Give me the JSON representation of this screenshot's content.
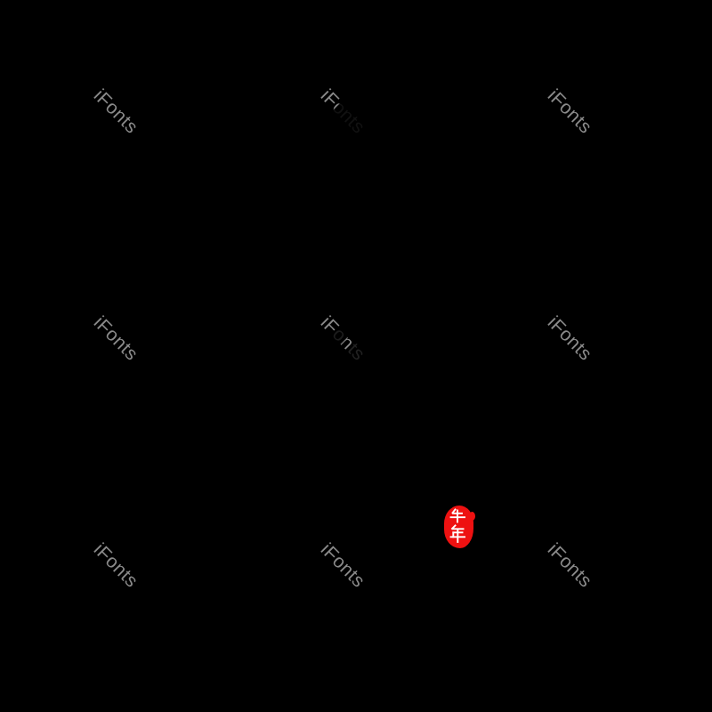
{
  "canvas": {
    "background_color": "#000000"
  },
  "watermark": {
    "label": "iFonts",
    "color": "#8a8a8a"
  },
  "seal": {
    "text": "牛年",
    "char_top": "牛",
    "char_bottom": "年",
    "background_color": "#ee1111",
    "text_color": "#ffffff"
  }
}
